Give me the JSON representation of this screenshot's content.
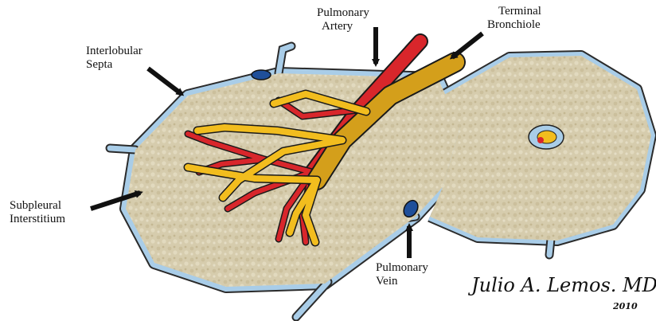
{
  "labels": {
    "pulmonary_artery": [
      "Pulmonary",
      "Artery"
    ],
    "terminal_bronchiole": [
      "Terminal",
      "Bronchiole"
    ],
    "interlobular_septa": [
      "Interlobular",
      "Septa"
    ],
    "subpleural_interstitium": [
      "Subpleural",
      "Interstitium"
    ],
    "pulmonary_vein": [
      "Pulmonary",
      "Vein"
    ]
  },
  "signature": {
    "name": "Julio A. Lemos. MD",
    "year": "2010"
  },
  "colors": {
    "septa": "#a9cde8",
    "septa_outline": "#2b2b2b",
    "lobule_fill": "#d8ceb0",
    "artery": "#d8262b",
    "bronchiole": "#f2bd1e",
    "vein": "#1f4f9a"
  }
}
